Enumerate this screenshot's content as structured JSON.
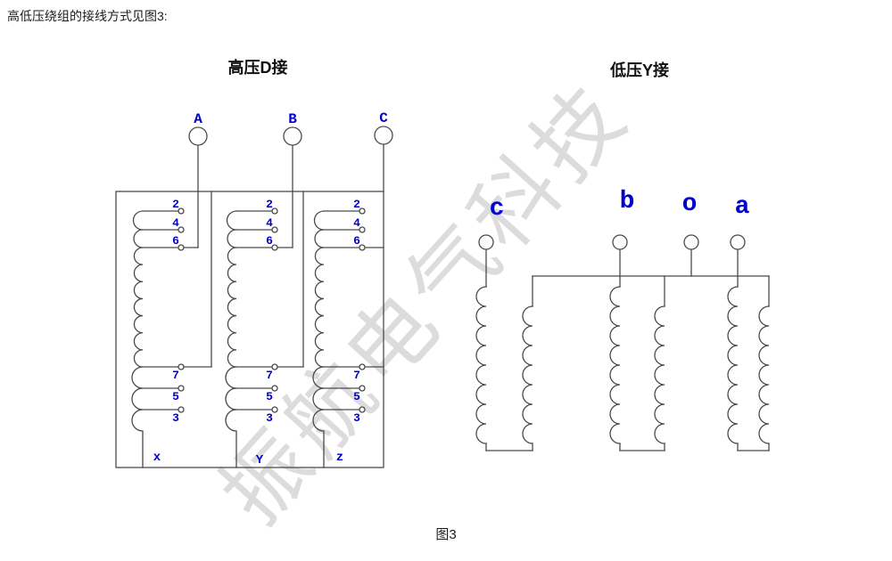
{
  "page": {
    "intro": "高低压绕组的接线方式见图3:",
    "caption": "图3"
  },
  "watermark": {
    "text": "振航电气科技"
  },
  "hv_diagram": {
    "title": "高压D接",
    "phases": [
      {
        "terminal": "A",
        "taps_top": [
          "2",
          "4",
          "6"
        ],
        "taps_bottom": [
          "7",
          "5",
          "3"
        ],
        "end_label": "x"
      },
      {
        "terminal": "B",
        "taps_top": [
          "2",
          "4",
          "6"
        ],
        "taps_bottom": [
          "7",
          "5",
          "3"
        ],
        "end_label": "Y"
      },
      {
        "terminal": "C",
        "taps_top": [
          "2",
          "4",
          "6"
        ],
        "taps_bottom": [
          "7",
          "5",
          "3"
        ],
        "end_label": "z"
      }
    ]
  },
  "lv_diagram": {
    "title": "低压Y接",
    "terminals": [
      "c",
      "b",
      "o",
      "a"
    ]
  },
  "colors": {
    "label_blue": "#0000cc",
    "line": "#4a4a4a",
    "watermark": "#bbbbbb"
  }
}
